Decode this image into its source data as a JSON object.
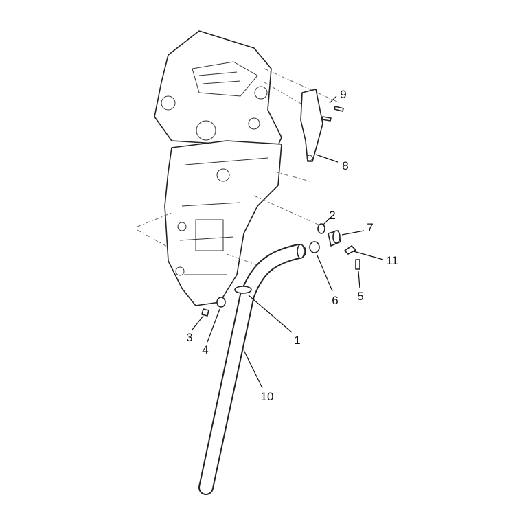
{
  "diagram": {
    "type": "exploded parts diagram",
    "callouts": [
      {
        "id": "1",
        "text": "1"
      },
      {
        "id": "2",
        "text": "2"
      },
      {
        "id": "3",
        "text": "3"
      },
      {
        "id": "4",
        "text": "4"
      },
      {
        "id": "5",
        "text": "5"
      },
      {
        "id": "6",
        "text": "6"
      },
      {
        "id": "7",
        "text": "7"
      },
      {
        "id": "8",
        "text": "8"
      },
      {
        "id": "9",
        "text": "9"
      },
      {
        "id": "10",
        "text": "10"
      },
      {
        "id": "11",
        "text": "11"
      }
    ]
  }
}
